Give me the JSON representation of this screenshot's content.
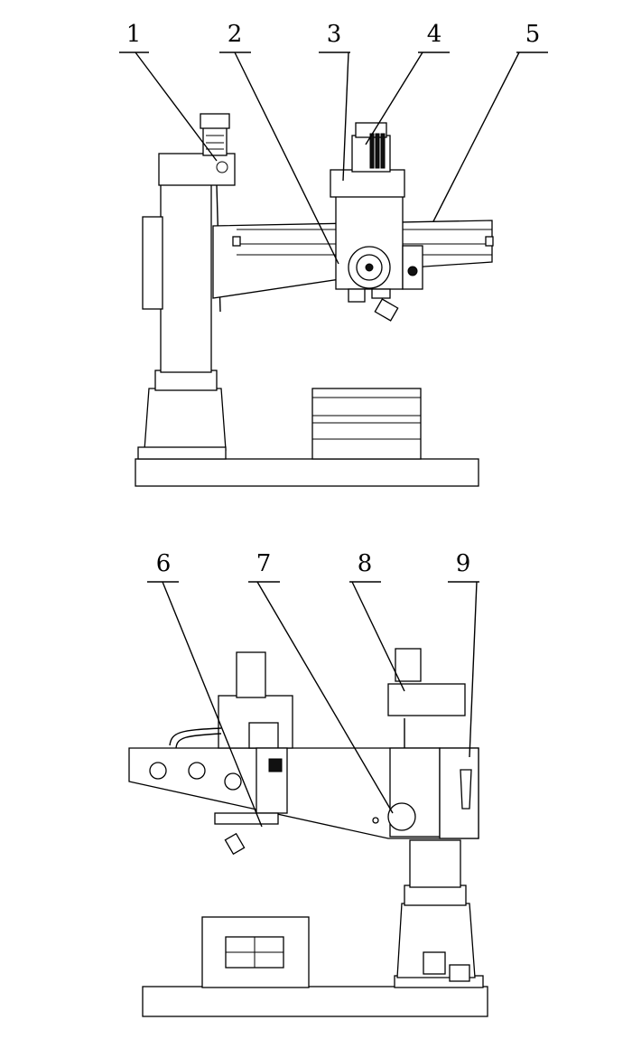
{
  "figure": {
    "top_view_labels": [
      "1",
      "2",
      "3",
      "4",
      "5"
    ],
    "bottom_view_labels": [
      "6",
      "7",
      "8",
      "9"
    ]
  }
}
